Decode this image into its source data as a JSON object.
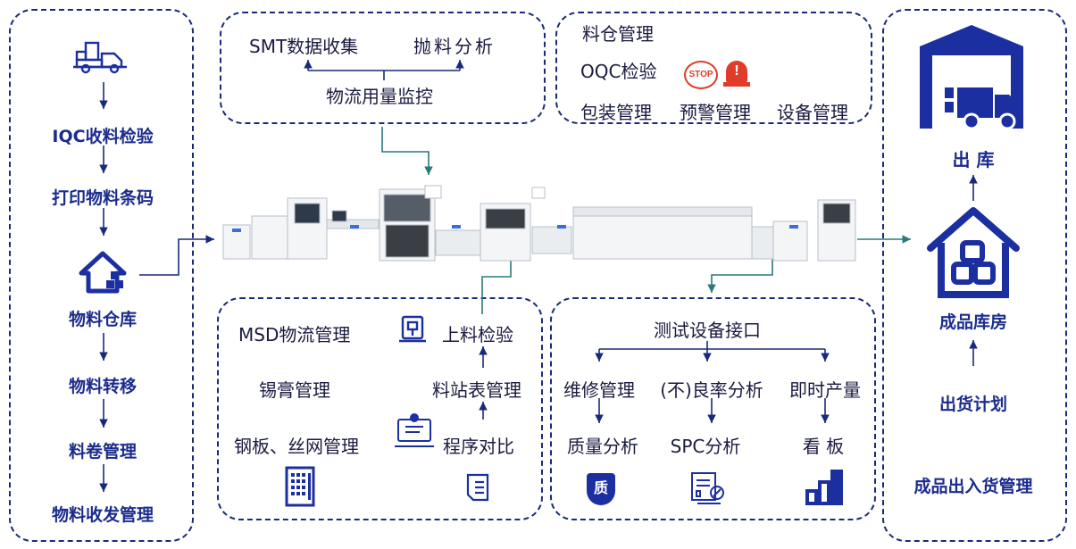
{
  "left": {
    "steps": [
      "IQC收料检验",
      "打印物料条码",
      "物料仓库",
      "物料转移",
      "料卷管理",
      "物料收发管理"
    ]
  },
  "top_mid": {
    "smt": "SMT数据收集",
    "throw": "抛料分析",
    "flow": "物流用量监控"
  },
  "top_right": {
    "warehouse": "料仓管理",
    "oqc": "OQC检验",
    "pack": "包装管理",
    "alarm": "预警管理",
    "equip": "设备管理",
    "stop_sign": "STOP",
    "alarm_mark": "!"
  },
  "bottom_mid": {
    "msd": "MSD物流管理",
    "solder": "锡膏管理",
    "stencil": "钢板、丝网管理",
    "feed_check": "上料检验",
    "station_table": "料站表管理",
    "program_compare": "程序对比"
  },
  "bottom_right": {
    "test_iface": "测试设备接口",
    "repair": "维修管理",
    "yield": "(不)良率分析",
    "output": "即时产量",
    "quality": "质量分析",
    "spc": "SPC分析",
    "board": "看 板",
    "quality_badge": "质"
  },
  "right": {
    "out": "出 库",
    "fg_store": "成品库房",
    "ship_plan": "出货计划",
    "fg_mgmt": "成品出入货管理"
  },
  "colors": {
    "border": "#1a2a7a",
    "arrow": "#1a2a7a",
    "teal": "#2a7a7a",
    "icon_blue": "#1c2fa0",
    "stop_red": "#e03c2c"
  }
}
